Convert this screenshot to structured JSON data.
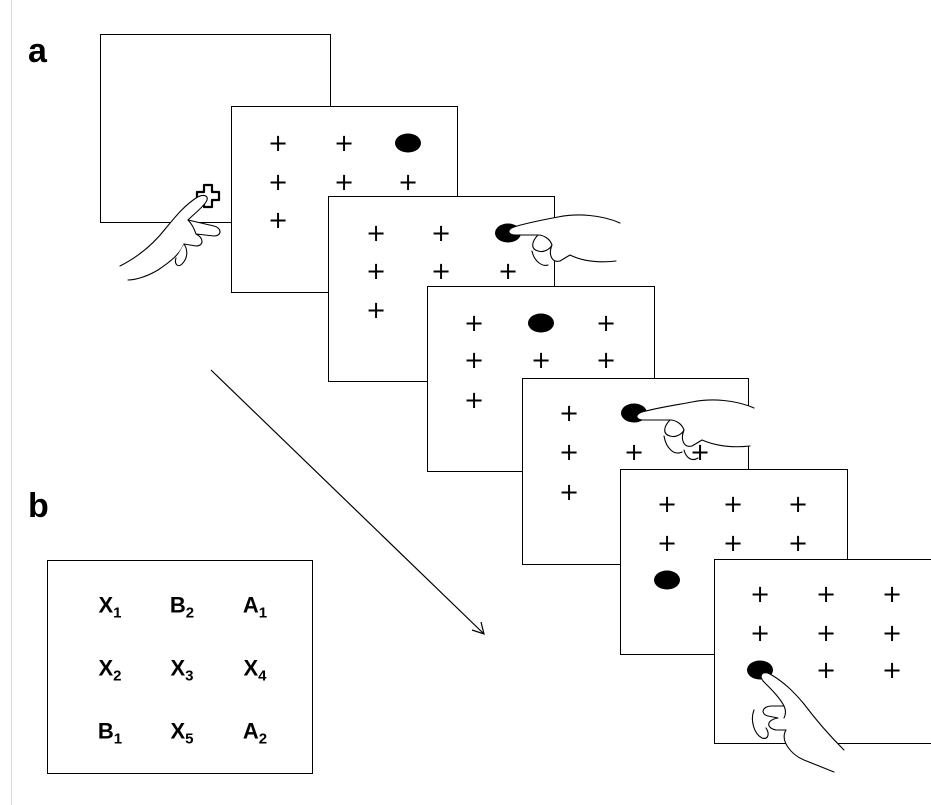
{
  "labels": {
    "panel_a": "a",
    "panel_b": "b"
  },
  "key_grid": [
    [
      {
        "letter": "X",
        "sub": "1"
      },
      {
        "letter": "B",
        "sub": "2"
      },
      {
        "letter": "A",
        "sub": "1"
      }
    ],
    [
      {
        "letter": "X",
        "sub": "2"
      },
      {
        "letter": "X",
        "sub": "3"
      },
      {
        "letter": "X",
        "sub": "4"
      }
    ],
    [
      {
        "letter": "B",
        "sub": "1"
      },
      {
        "letter": "X",
        "sub": "5"
      },
      {
        "letter": "A",
        "sub": "2"
      }
    ]
  ],
  "sequence": [
    {
      "screen": "start",
      "stimulus": "fixation-cross",
      "touch": true
    },
    {
      "screen": "frame-1",
      "grid": "3x3",
      "dot_position": "top-right",
      "touch": false
    },
    {
      "screen": "frame-2",
      "grid": "3x3",
      "dot_position": "top-right",
      "touch": true
    },
    {
      "screen": "frame-3",
      "grid": "3x3",
      "dot_position": "top-middle",
      "touch": false
    },
    {
      "screen": "frame-4",
      "grid": "3x3",
      "dot_position": "top-middle",
      "touch": true
    },
    {
      "screen": "frame-5",
      "grid": "3x3",
      "dot_position": "bottom-left",
      "touch": false
    },
    {
      "screen": "frame-6",
      "grid": "3x3",
      "dot_position": "bottom-left",
      "touch": true
    }
  ],
  "symbols": {
    "cross": "+"
  },
  "colors": {
    "ink": "#000000",
    "background": "#ffffff"
  }
}
